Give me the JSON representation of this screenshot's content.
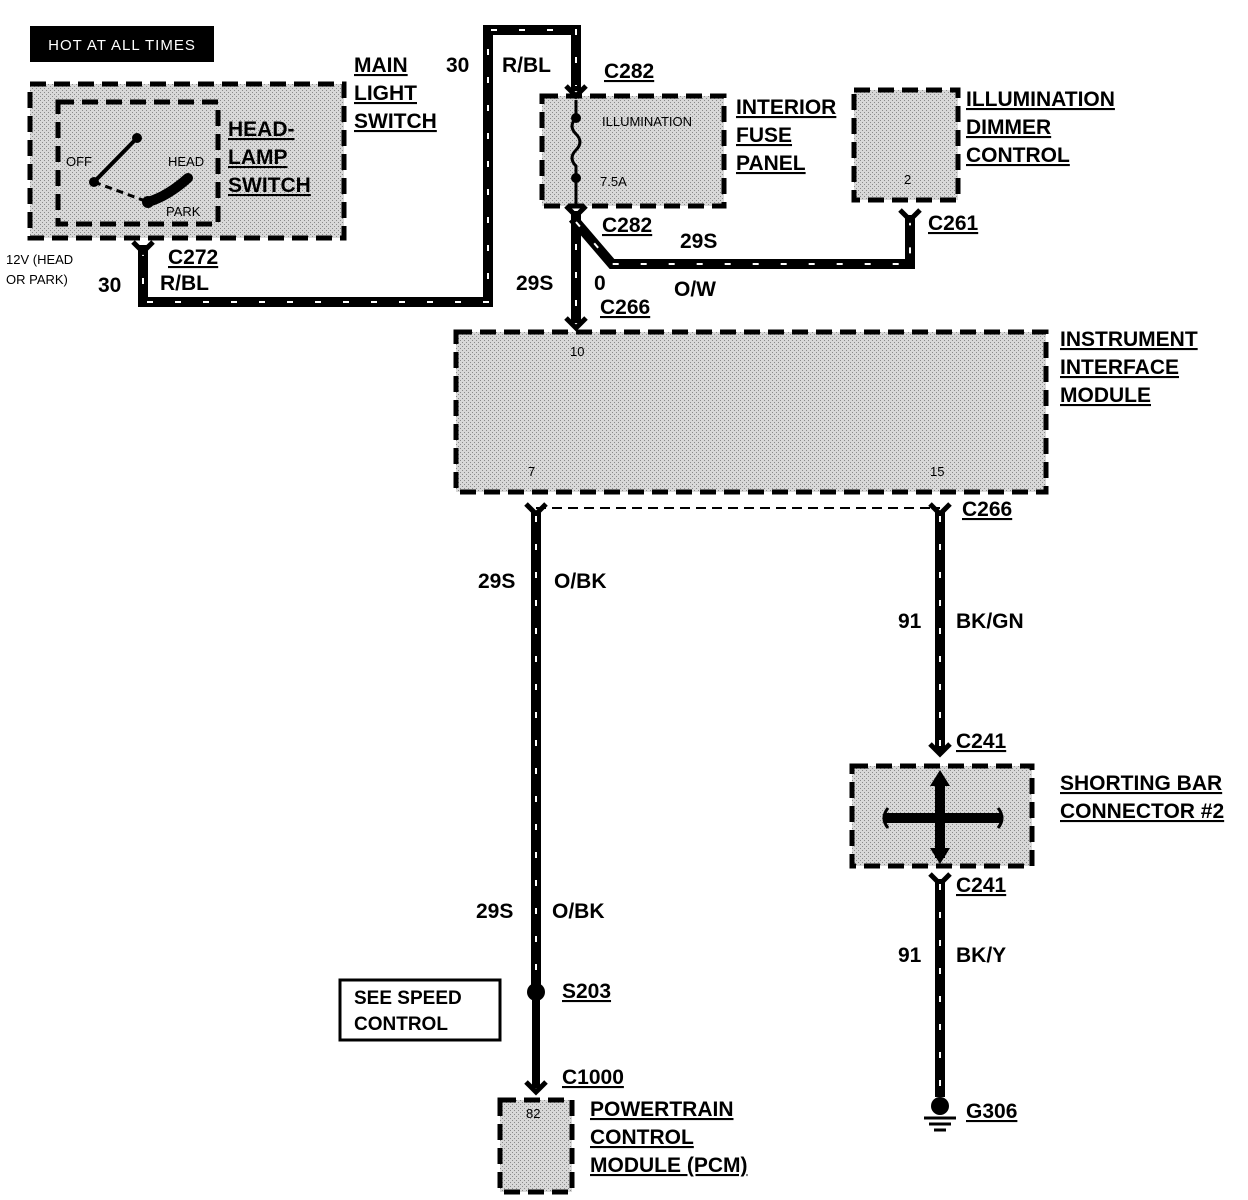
{
  "banner": "HOT AT ALL TIMES",
  "components": {
    "main_light_switch": [
      "MAIN",
      "LIGHT",
      "SWITCH"
    ],
    "headlamp_switch": [
      "HEAD-",
      "LAMP",
      "SWITCH"
    ],
    "switch_positions": {
      "off": "OFF",
      "head": "HEAD",
      "park": "PARK"
    },
    "interior_fuse_panel": [
      "INTERIOR",
      "FUSE",
      "PANEL"
    ],
    "fuse": {
      "name": "ILLUMINATION",
      "rating": "7.5A"
    },
    "illumination_dimmer_control": [
      "ILLUMINATION",
      "DIMMER",
      "CONTROL"
    ],
    "instrument_interface_module": [
      "INSTRUMENT",
      "INTERFACE",
      "MODULE"
    ],
    "shorting_bar_connector": [
      "SHORTING BAR",
      "CONNECTOR #2"
    ],
    "pcm": [
      "POWERTRAIN",
      "CONTROL",
      "MODULE (PCM)"
    ],
    "see_speed_control": [
      "SEE SPEED",
      "CONTROL"
    ]
  },
  "connectors": {
    "c282_top": "C282",
    "c282_bottom": "C282",
    "c272": "C272",
    "c261": "C261",
    "c266_top": "C266",
    "c266_bottom": "C266",
    "c241_top": "C241",
    "c241_bottom": "C241",
    "c1000": "C1000",
    "s203": "S203",
    "g306": "G306"
  },
  "pins": {
    "dimmer": "2",
    "iim_10": "10",
    "iim_7": "7",
    "iim_15": "15",
    "pcm": "82"
  },
  "wires": {
    "main_out_circuit": "30",
    "main_out_color": "R/BL",
    "switch_note": [
      "12V (HEAD",
      "OR PARK)"
    ],
    "c272_circuit": "30",
    "c272_color": "R/BL",
    "dimmer_circuit": "29S",
    "dimmer_color": "O/W",
    "iim_in_circuit": "29S",
    "iim_in_zero": "0",
    "pcm_circuit_1": "29S",
    "pcm_color_1": "O/BK",
    "pcm_circuit_2": "29S",
    "pcm_color_2": "O/BK",
    "gnd_circuit_1": "91",
    "gnd_color_1": "BK/GN",
    "gnd_circuit_2": "91",
    "gnd_color_2": "BK/Y"
  }
}
